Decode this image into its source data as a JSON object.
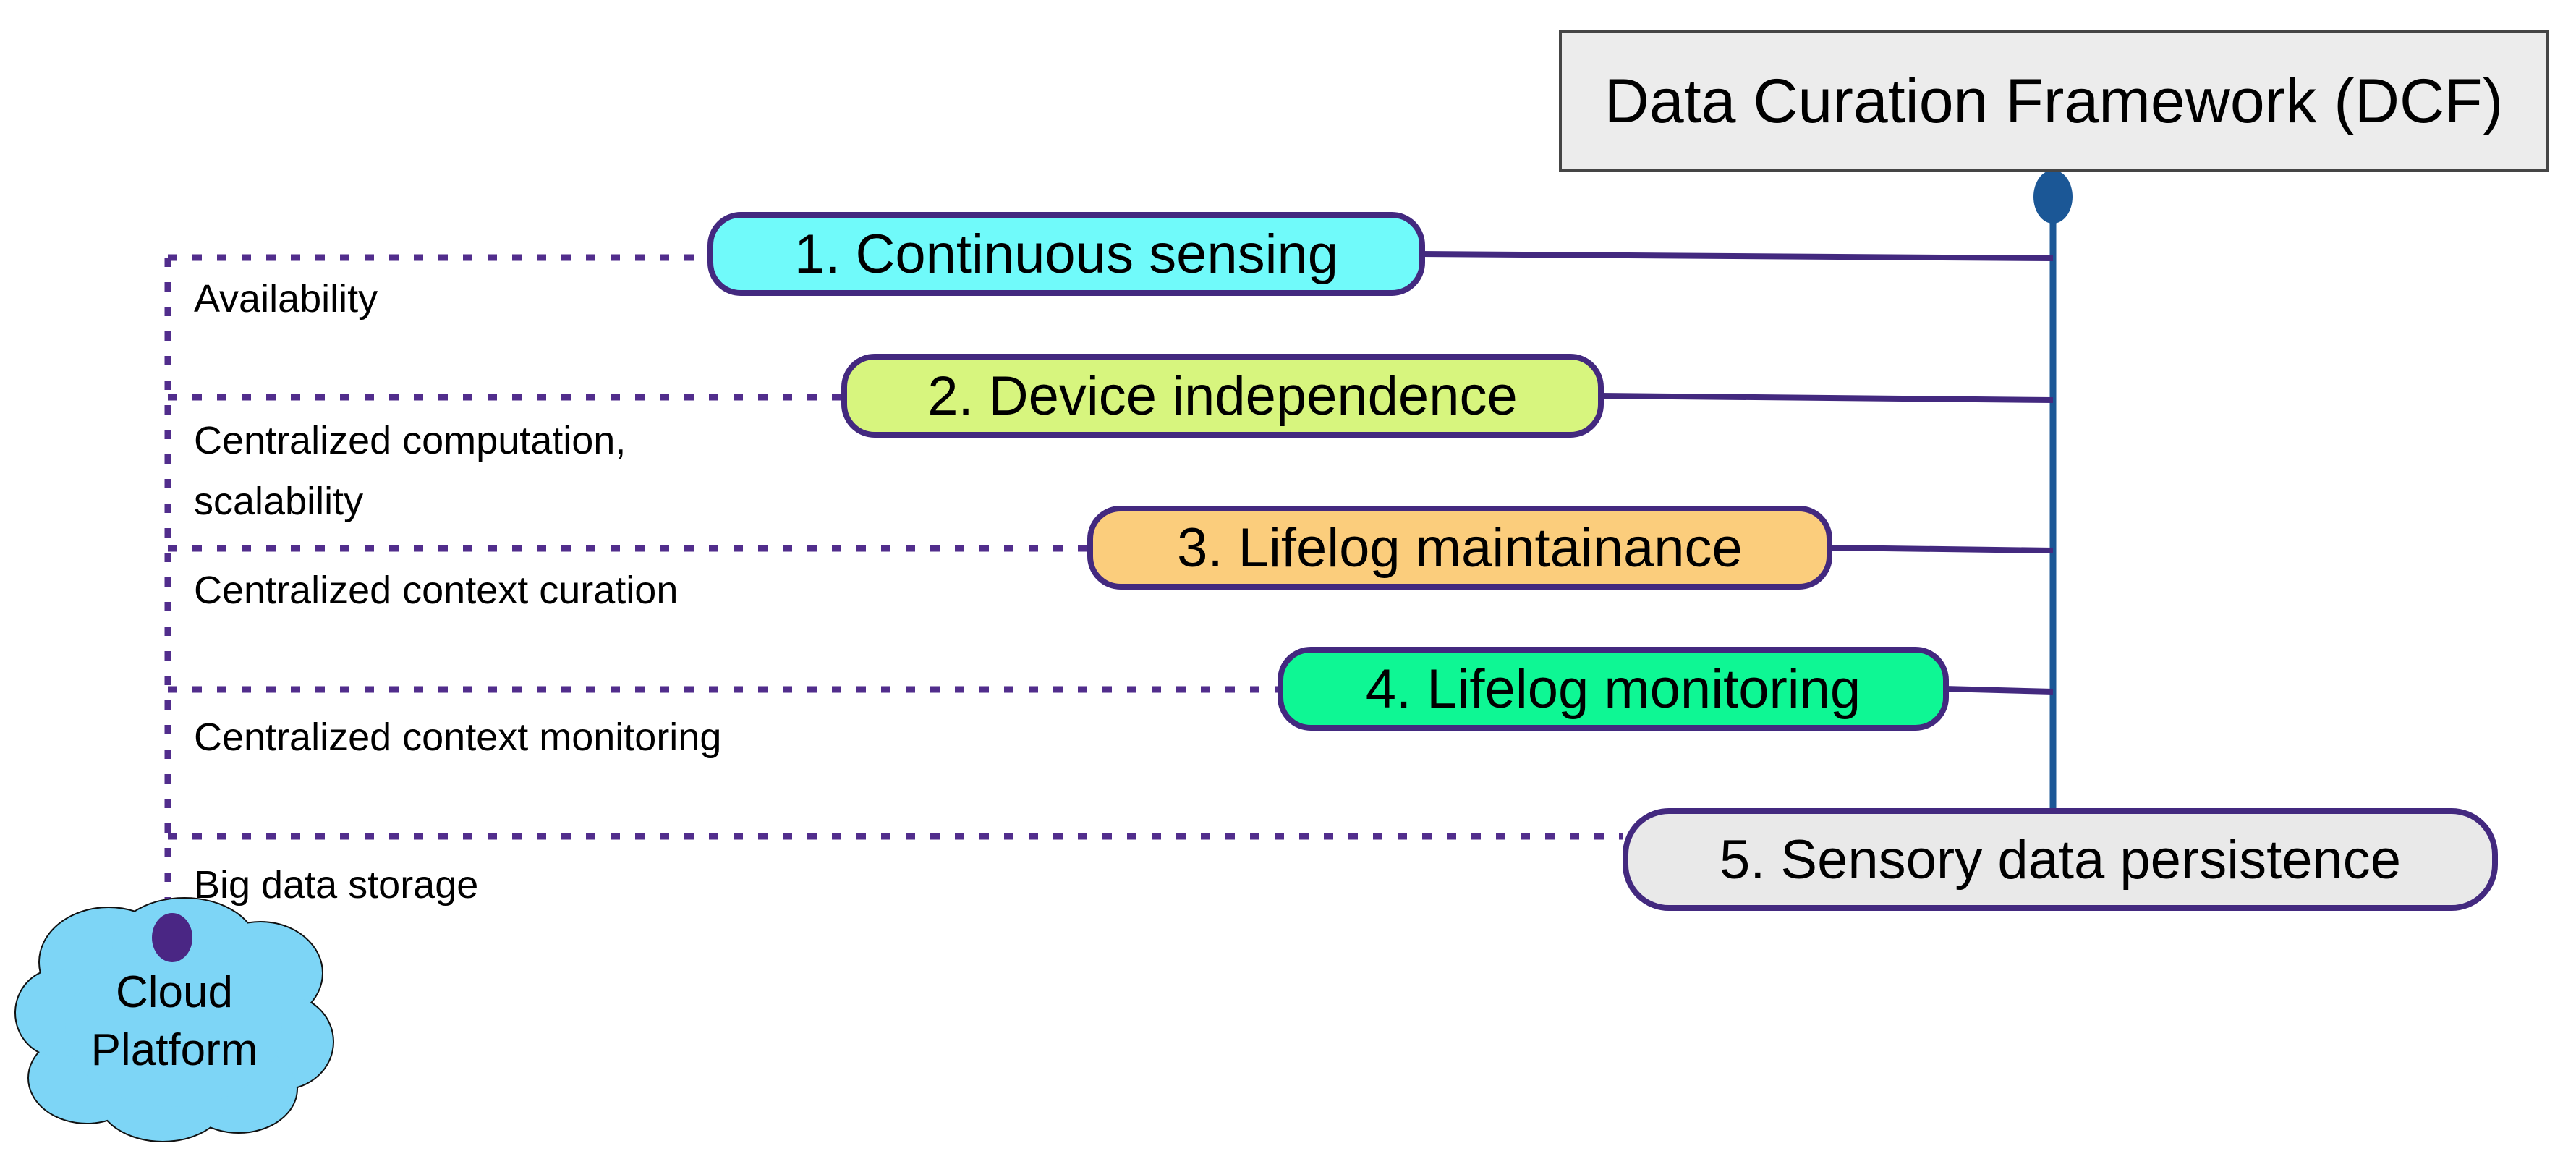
{
  "diagram": {
    "title": "Data Curation Framework (DCF)",
    "services": [
      {
        "label": "1. Continuous sensing",
        "benefit": "Availability",
        "fill": "#70fafa"
      },
      {
        "label": "2. Device independence",
        "benefit": "Centralized computation,\nscalability",
        "fill": "#d7f57e"
      },
      {
        "label": "3. Lifelog maintainance",
        "benefit": "Centralized context curation",
        "fill": "#fbcd7c"
      },
      {
        "label": "4. Lifelog monitoring",
        "benefit": "Centralized context monitoring",
        "fill": "#0ef794"
      },
      {
        "label": "5. Sensory data persistence",
        "benefit": "Big data storage",
        "fill": "#e9e9e9"
      }
    ],
    "cloud": {
      "label": "Cloud\nPlatform"
    },
    "colors": {
      "node_border_purple": "#43297f",
      "connector_purple": "#43297f",
      "dotted_purple": "#512d8c",
      "trunk_navy": "#1b5796",
      "title_fill": "#ececec",
      "title_border": "#454545",
      "cloud_fill": "#7dd5f6",
      "cloud_outline": "#111111",
      "cloud_dot_purple": "#4a2684",
      "text_black": "#000000"
    }
  }
}
